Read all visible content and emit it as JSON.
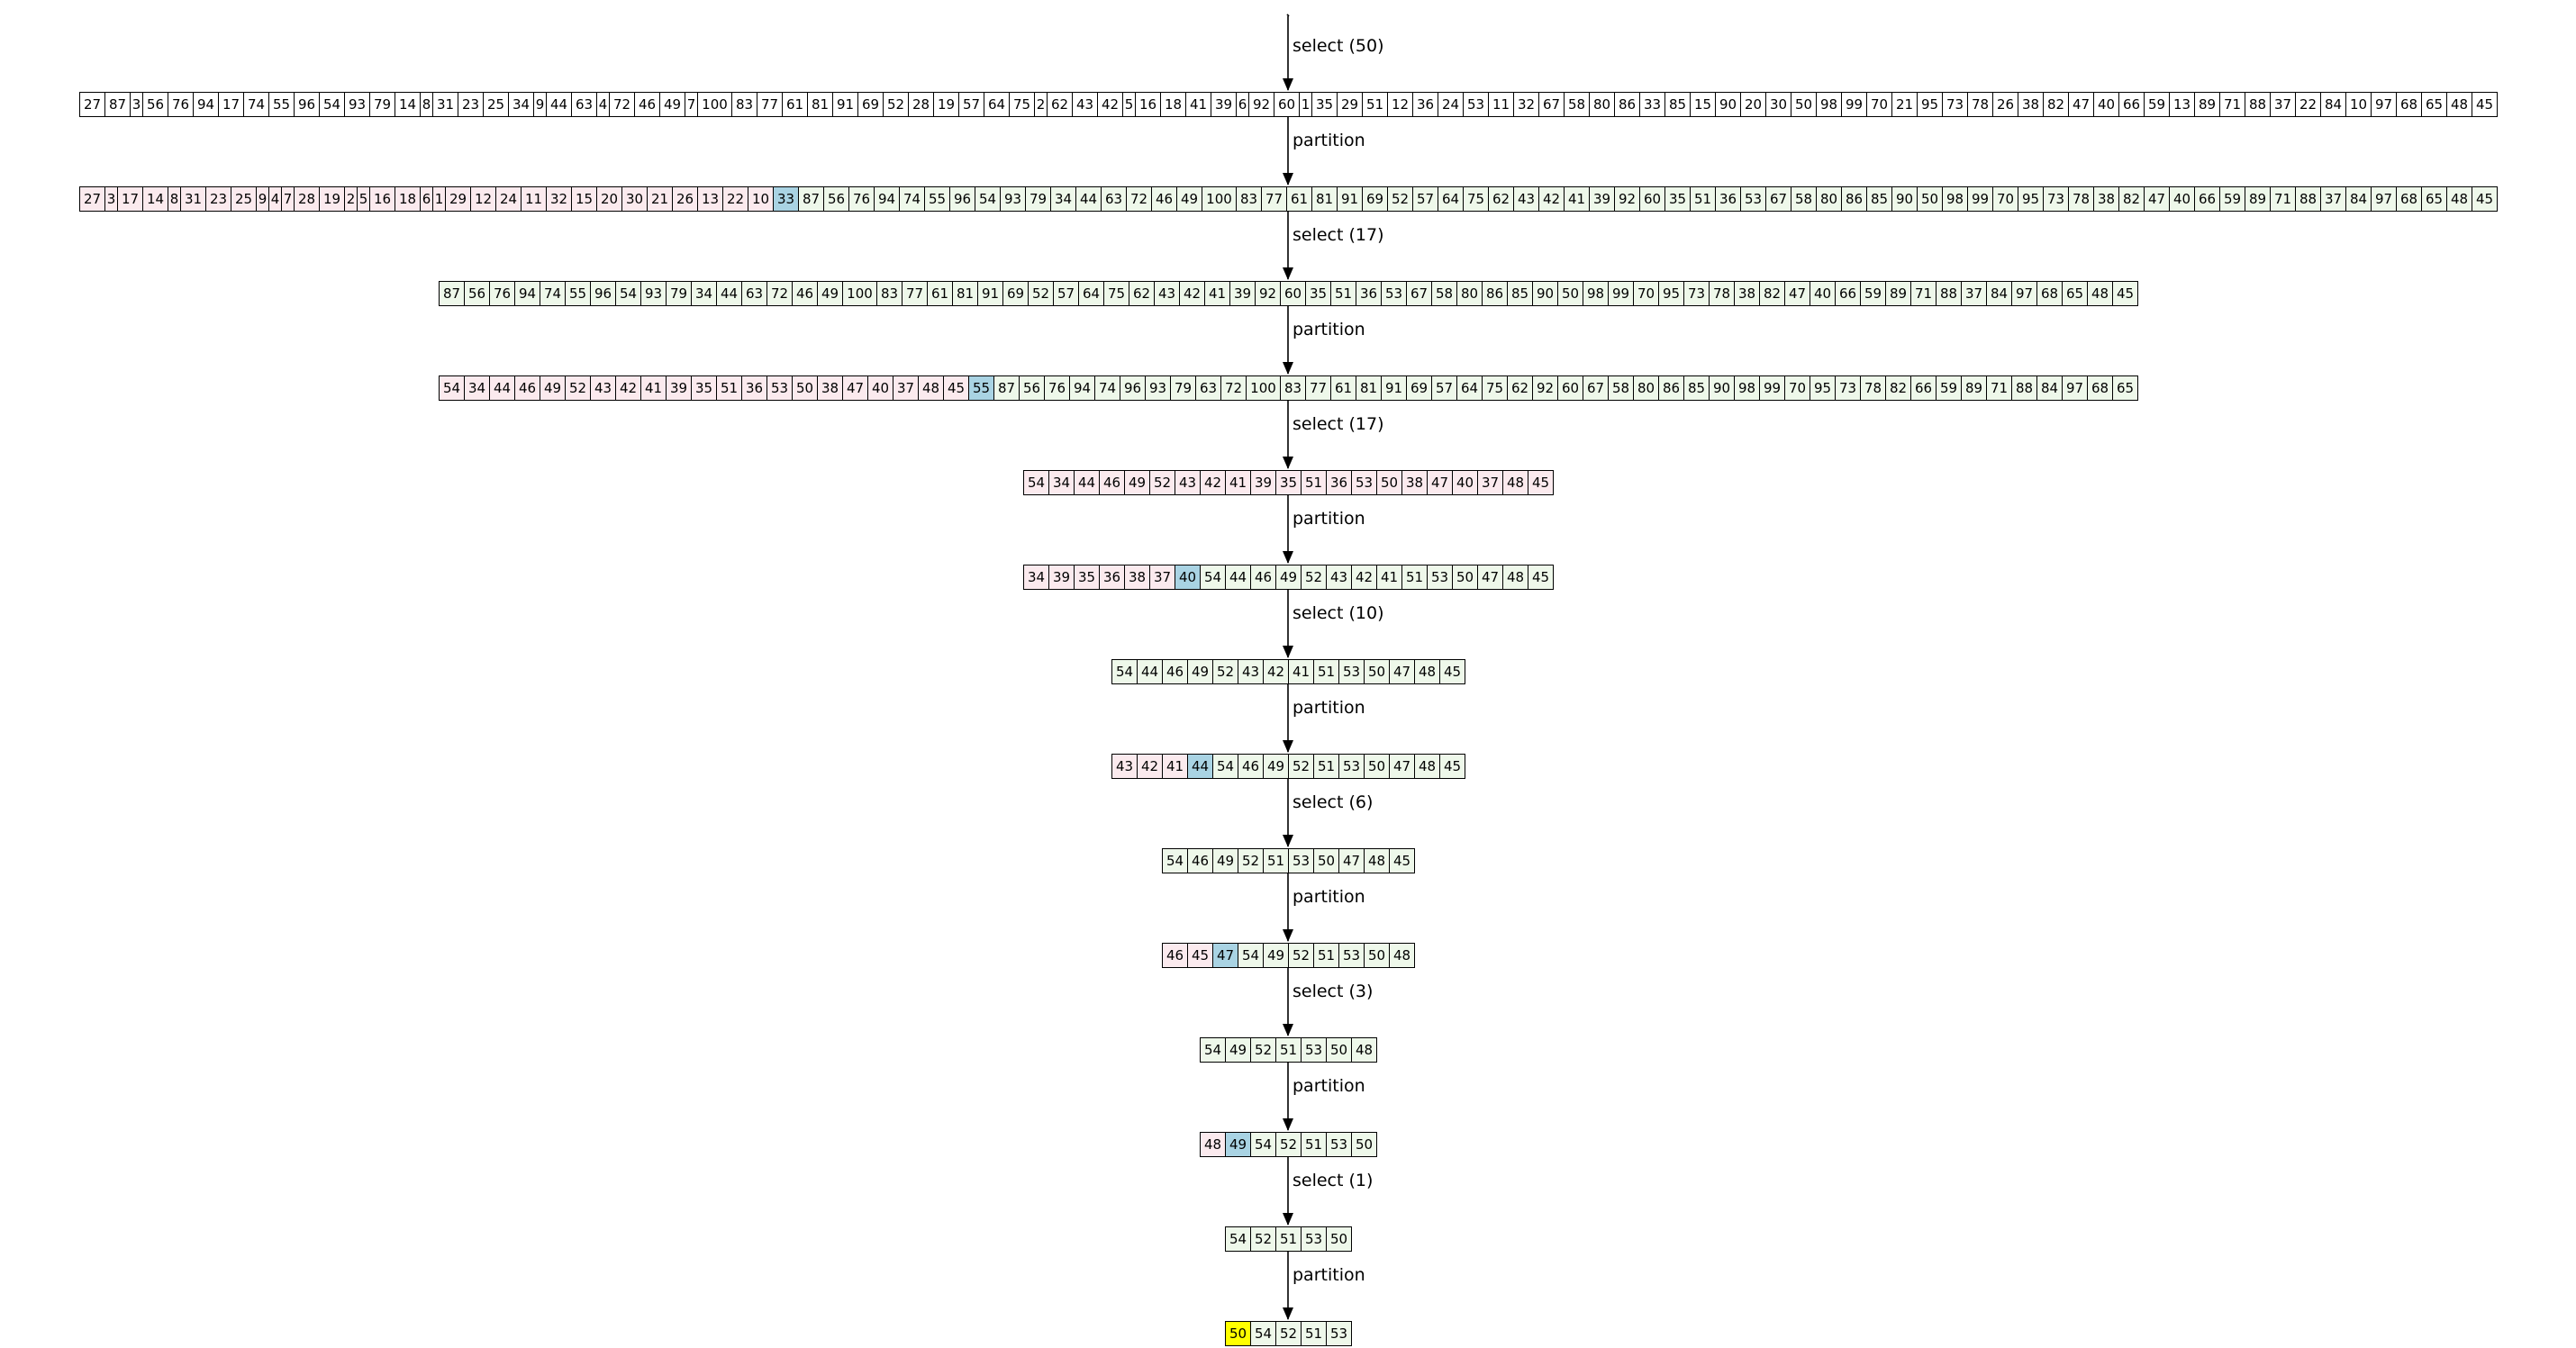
{
  "colors": {
    "plain": "#ffffff",
    "lower": "#fbeaee",
    "upper": "#eef8ea",
    "pivot": "#a9d3e3",
    "result": "#ffff00",
    "line": "#000000"
  },
  "steps": [
    {
      "label": "select (50)",
      "values": [
        27,
        87,
        3,
        56,
        76,
        94,
        17,
        74,
        55,
        96,
        54,
        93,
        79,
        14,
        8,
        31,
        23,
        25,
        34,
        9,
        44,
        63,
        4,
        72,
        46,
        49,
        7,
        100,
        83,
        77,
        61,
        81,
        91,
        69,
        52,
        28,
        19,
        57,
        64,
        75,
        2,
        62,
        43,
        42,
        5,
        16,
        18,
        41,
        39,
        6,
        92,
        60,
        1,
        35,
        29,
        51,
        12,
        36,
        24,
        53,
        11,
        32,
        67,
        58,
        80,
        86,
        33,
        85,
        15,
        90,
        20,
        30,
        50,
        98,
        99,
        70,
        21,
        95,
        73,
        78,
        26,
        38,
        82,
        47,
        40,
        66,
        59,
        13,
        89,
        71,
        88,
        37,
        22,
        84,
        10,
        97,
        68,
        65,
        48,
        45
      ],
      "split": null,
      "pivot_index": null,
      "result": false
    },
    {
      "label": "partition",
      "values": [
        27,
        3,
        17,
        14,
        8,
        31,
        23,
        25,
        9,
        4,
        7,
        28,
        19,
        2,
        5,
        16,
        18,
        6,
        1,
        29,
        12,
        24,
        11,
        32,
        15,
        20,
        30,
        21,
        26,
        13,
        22,
        10,
        33,
        87,
        56,
        76,
        94,
        74,
        55,
        96,
        54,
        93,
        79,
        34,
        44,
        63,
        72,
        46,
        49,
        100,
        83,
        77,
        61,
        81,
        91,
        69,
        52,
        57,
        64,
        75,
        62,
        43,
        42,
        41,
        39,
        92,
        60,
        35,
        51,
        36,
        53,
        67,
        58,
        80,
        86,
        85,
        90,
        50,
        98,
        99,
        70,
        95,
        73,
        78,
        38,
        82,
        47,
        40,
        66,
        59,
        89,
        71,
        88,
        37,
        84,
        97,
        68,
        65,
        48,
        45
      ],
      "split": 32,
      "pivot_index": 32,
      "result": false
    },
    {
      "label": "select (17)",
      "values": [
        87,
        56,
        76,
        94,
        74,
        55,
        96,
        54,
        93,
        79,
        34,
        44,
        63,
        72,
        46,
        49,
        100,
        83,
        77,
        61,
        81,
        91,
        69,
        52,
        57,
        64,
        75,
        62,
        43,
        42,
        41,
        39,
        92,
        60,
        35,
        51,
        36,
        53,
        67,
        58,
        80,
        86,
        85,
        90,
        50,
        98,
        99,
        70,
        95,
        73,
        78,
        38,
        82,
        47,
        40,
        66,
        59,
        89,
        71,
        88,
        37,
        84,
        97,
        68,
        65,
        48,
        45
      ],
      "split": 0,
      "pivot_index": null,
      "result": false
    },
    {
      "label": "partition",
      "values": [
        54,
        34,
        44,
        46,
        49,
        52,
        43,
        42,
        41,
        39,
        35,
        51,
        36,
        53,
        50,
        38,
        47,
        40,
        37,
        48,
        45,
        55,
        87,
        56,
        76,
        94,
        74,
        96,
        93,
        79,
        63,
        72,
        100,
        83,
        77,
        61,
        81,
        91,
        69,
        57,
        64,
        75,
        62,
        92,
        60,
        67,
        58,
        80,
        86,
        85,
        90,
        98,
        99,
        70,
        95,
        73,
        78,
        82,
        66,
        59,
        89,
        71,
        88,
        84,
        97,
        68,
        65
      ],
      "split": 21,
      "pivot_index": 21,
      "result": false
    },
    {
      "label": "select (17)",
      "values": [
        54,
        34,
        44,
        46,
        49,
        52,
        43,
        42,
        41,
        39,
        35,
        51,
        36,
        53,
        50,
        38,
        47,
        40,
        37,
        48,
        45
      ],
      "split": 21,
      "pivot_index": null,
      "result": false
    },
    {
      "label": "partition",
      "values": [
        34,
        39,
        35,
        36,
        38,
        37,
        40,
        54,
        44,
        46,
        49,
        52,
        43,
        42,
        41,
        51,
        53,
        50,
        47,
        48,
        45
      ],
      "split": 6,
      "pivot_index": 6,
      "result": false
    },
    {
      "label": "select (10)",
      "values": [
        54,
        44,
        46,
        49,
        52,
        43,
        42,
        41,
        51,
        53,
        50,
        47,
        48,
        45
      ],
      "split": 0,
      "pivot_index": null,
      "result": false
    },
    {
      "label": "partition",
      "values": [
        43,
        42,
        41,
        44,
        54,
        46,
        49,
        52,
        51,
        53,
        50,
        47,
        48,
        45
      ],
      "split": 3,
      "pivot_index": 3,
      "result": false
    },
    {
      "label": "select (6)",
      "values": [
        54,
        46,
        49,
        52,
        51,
        53,
        50,
        47,
        48,
        45
      ],
      "split": 0,
      "pivot_index": null,
      "result": false
    },
    {
      "label": "partition",
      "values": [
        46,
        45,
        47,
        54,
        49,
        52,
        51,
        53,
        50,
        48
      ],
      "split": 2,
      "pivot_index": 2,
      "result": false
    },
    {
      "label": "select (3)",
      "values": [
        54,
        49,
        52,
        51,
        53,
        50,
        48
      ],
      "split": 0,
      "pivot_index": null,
      "result": false
    },
    {
      "label": "partition",
      "values": [
        48,
        49,
        54,
        52,
        51,
        53,
        50
      ],
      "split": 1,
      "pivot_index": 1,
      "result": false
    },
    {
      "label": "select (1)",
      "values": [
        54,
        52,
        51,
        53,
        50
      ],
      "split": 0,
      "pivot_index": null,
      "result": false
    },
    {
      "label": "partition",
      "values": [
        50,
        54,
        52,
        51,
        53
      ],
      "split": 0,
      "pivot_index": 0,
      "result": true
    }
  ]
}
